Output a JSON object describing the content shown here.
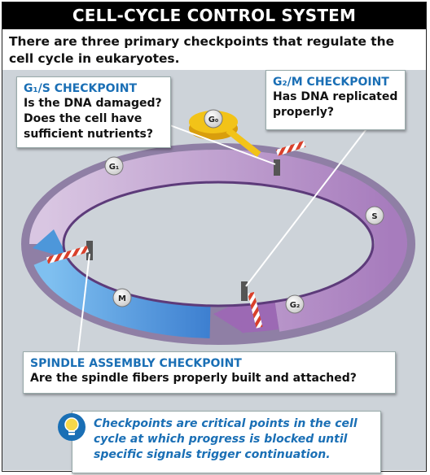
{
  "title": "CELL-CYCLE CONTROL SYSTEM",
  "intro": "There are three primary checkpoints that regulate the cell cycle in eukaryotes.",
  "checkpoints": {
    "g1s": {
      "title": "G₁/S CHECKPOINT",
      "text": "Is the DNA damaged? Does the cell have sufficient nutrients?"
    },
    "g2m": {
      "title": "G₂/M CHECKPOINT",
      "text": "Has DNA replicated properly?"
    },
    "spindle": {
      "title": "SPINDLE ASSEMBLY CHECKPOINT",
      "text": "Are the spindle fibers properly built and attached?"
    }
  },
  "phases": {
    "g0": "G₀",
    "g1": "G₁",
    "s": "S",
    "g2": "G₂",
    "m": "M"
  },
  "note": "Checkpoints are critical points in the cell cycle at which progress is blocked until specific signals trigger continuation.",
  "colors": {
    "g1_arrow": "#c7a8d4",
    "s_arrow": "#a67bbb",
    "g2_arrow": "#9c69b4",
    "m_arrow": "#4d97da",
    "g0": "#f2c318",
    "heading_blue": "#1a6fb5",
    "barrier_red": "#d9402b"
  },
  "icons": {
    "bulb": "lightbulb-icon"
  }
}
